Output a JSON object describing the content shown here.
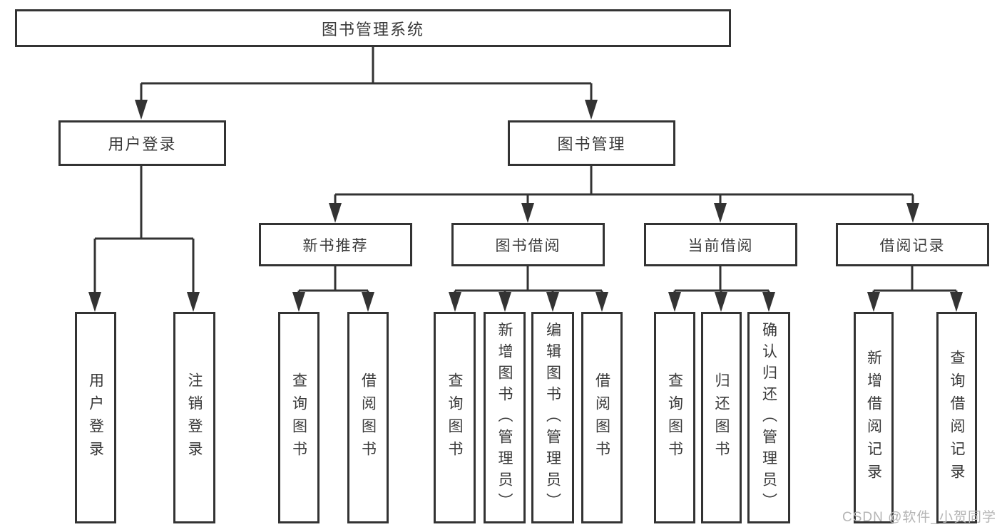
{
  "colors": {
    "line": "#333333",
    "box_border": "#333333",
    "text": "#3a3a3a",
    "watermark": "#b5b5b5",
    "background": "#ffffff"
  },
  "tree": {
    "root": {
      "label": "图书管理系统"
    },
    "branches": [
      {
        "label": "用户登录",
        "children": [
          {
            "label": "用户登录"
          },
          {
            "label": "注销登录"
          }
        ]
      },
      {
        "label": "图书管理",
        "children": [
          {
            "label": "新书推荐",
            "children": [
              {
                "label": "查询图书"
              },
              {
                "label": "借阅图书"
              }
            ]
          },
          {
            "label": "图书借阅",
            "children": [
              {
                "label": "查询图书"
              },
              {
                "label": "新增图书（管理员）"
              },
              {
                "label": "编辑图书（管理员）"
              },
              {
                "label": "借阅图书"
              }
            ]
          },
          {
            "label": "当前借阅",
            "children": [
              {
                "label": "查询图书"
              },
              {
                "label": "归还图书"
              },
              {
                "label": "确认归还（管理员）"
              }
            ]
          },
          {
            "label": "借阅记录",
            "children": [
              {
                "label": "新增借阅记录"
              },
              {
                "label": "查询借阅记录"
              }
            ]
          }
        ]
      }
    ]
  },
  "watermark": {
    "text": "CSDN @软件_小贺同学"
  }
}
